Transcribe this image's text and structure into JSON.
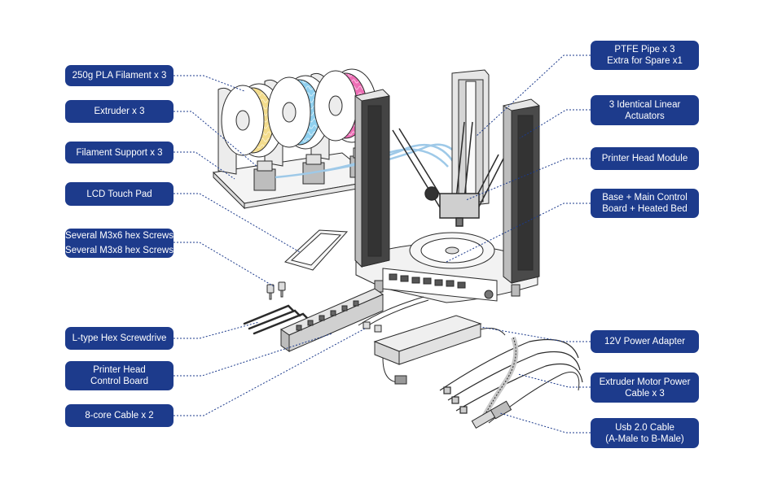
{
  "colors": {
    "label_bg": "#1d3b8c",
    "label_text": "#ffffff",
    "leader_line": "#1d3b8c",
    "outline": "#2b2b2b",
    "filament_yellow": "#f3dc8c",
    "filament_blue": "#8fd0ef",
    "filament_pink": "#ee6fb6"
  },
  "labels_left": [
    {
      "id": "pla-filament",
      "lines": [
        "250g PLA Filament x 3"
      ]
    },
    {
      "id": "extruder",
      "lines": [
        "Extruder x 3"
      ]
    },
    {
      "id": "filament-support",
      "lines": [
        "Filament Support x 3"
      ]
    },
    {
      "id": "lcd-touch-pad",
      "lines": [
        "LCD Touch Pad"
      ]
    },
    {
      "id": "hex-screws",
      "lines": [
        "Several M3x6 hex Screws",
        "Several M3x8 hex Screws"
      ]
    },
    {
      "id": "hex-screwdriver",
      "lines": [
        "L-type Hex Screwdrive"
      ]
    },
    {
      "id": "printer-head-control-board",
      "lines": [
        "Printer Head",
        "Control Board"
      ]
    },
    {
      "id": "8-core-cable",
      "lines": [
        "8-core Cable x 2"
      ]
    }
  ],
  "labels_right": [
    {
      "id": "ptfe-pipe",
      "lines": [
        "PTFE Pipe x 3",
        "Extra for Spare x1"
      ]
    },
    {
      "id": "linear-actuators",
      "lines": [
        "3 Identical Linear",
        "Actuators"
      ]
    },
    {
      "id": "printer-head-module",
      "lines": [
        "Printer Head Module"
      ]
    },
    {
      "id": "base-main-board",
      "lines": [
        "Base + Main Control",
        "Board + Heated Bed"
      ]
    },
    {
      "id": "power-adapter",
      "lines": [
        "12V Power Adapter"
      ]
    },
    {
      "id": "extruder-motor-cable",
      "lines": [
        "Extruder Motor Power",
        "Cable x 3"
      ]
    },
    {
      "id": "usb-cable",
      "lines": [
        "Usb 2.0 Cable",
        "(A-Male to B-Male)"
      ]
    }
  ]
}
